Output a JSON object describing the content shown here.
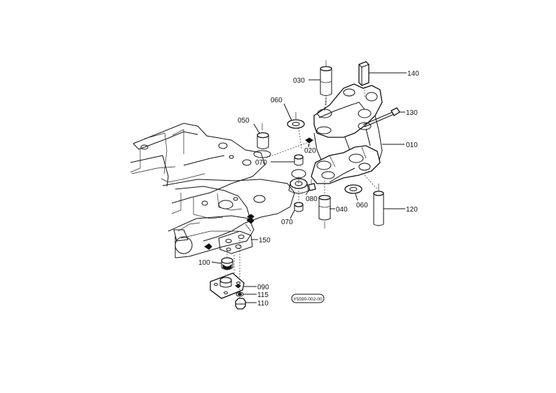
{
  "diagram": {
    "drawing_code": "Y5590-002-00",
    "parts": [
      {
        "id": "010",
        "label": "010"
      },
      {
        "id": "020",
        "label": "020"
      },
      {
        "id": "030",
        "label": "030"
      },
      {
        "id": "040",
        "label": "040"
      },
      {
        "id": "050",
        "label": "050"
      },
      {
        "id": "060a",
        "label": "060"
      },
      {
        "id": "060b",
        "label": "060"
      },
      {
        "id": "070a",
        "label": "070"
      },
      {
        "id": "070b",
        "label": "070"
      },
      {
        "id": "080",
        "label": "080"
      },
      {
        "id": "090",
        "label": "090"
      },
      {
        "id": "100",
        "label": "100"
      },
      {
        "id": "110",
        "label": "110"
      },
      {
        "id": "115",
        "label": "115"
      },
      {
        "id": "120",
        "label": "120"
      },
      {
        "id": "130",
        "label": "130"
      },
      {
        "id": "140",
        "label": "140"
      },
      {
        "id": "150",
        "label": "150"
      }
    ]
  }
}
